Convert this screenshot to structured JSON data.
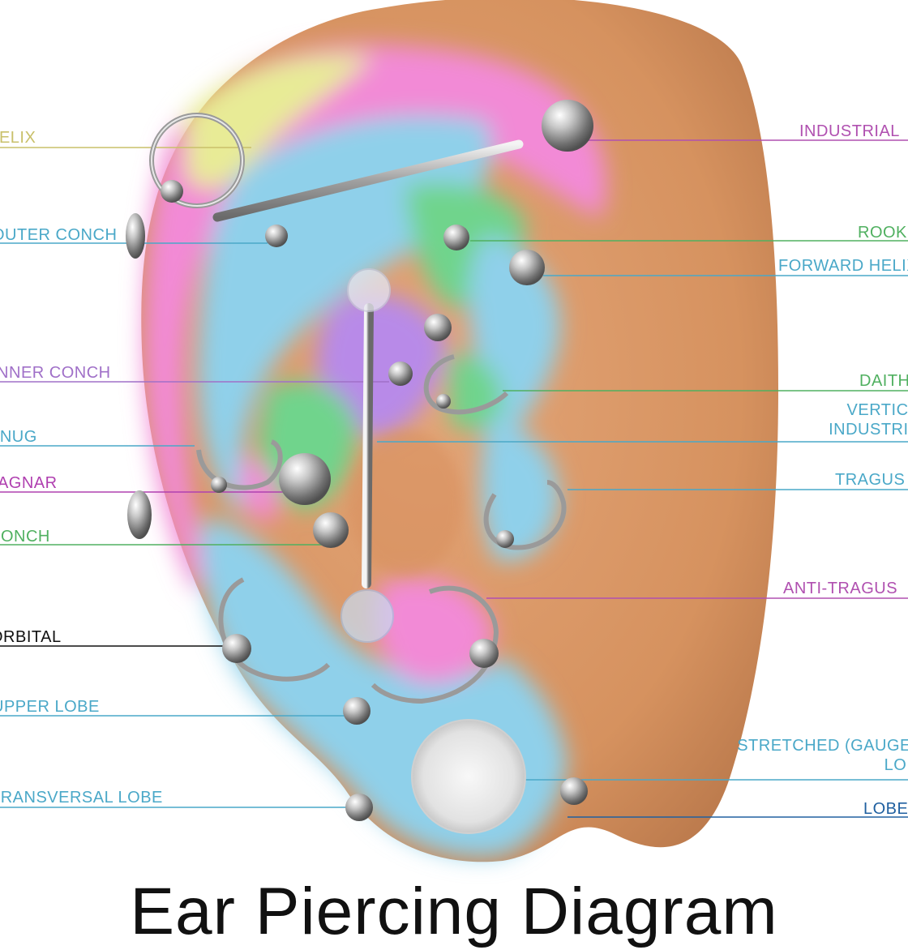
{
  "title": "Ear Piercing Diagram",
  "colors": {
    "skin": "#d99a6c",
    "skin_dark": "#b8774a",
    "pink": "#f08ad8",
    "blue": "#8fcfe8",
    "green": "#6fd48c",
    "yellow": "#e8e89a",
    "purple": "#b88ae8",
    "metal": "#c8c8c8"
  },
  "labels_left": [
    {
      "id": "helix",
      "text": "HELIX",
      "color": "#c9c06a"
    },
    {
      "id": "outer-conch",
      "text": "OUTER CONCH",
      "color": "#4aa8c8"
    },
    {
      "id": "inner-conch",
      "text": "INNER CONCH",
      "color": "#a070c8"
    },
    {
      "id": "snug",
      "text": "SNUG",
      "color": "#4aa8c8"
    },
    {
      "id": "rook-ragnar",
      "text": "RAGNAR",
      "color": "#b040b0"
    },
    {
      "id": "conch",
      "text": "CONCH",
      "color": "#50b060"
    },
    {
      "id": "orbital",
      "text": "ORBITAL",
      "color": "#111111"
    },
    {
      "id": "upper-lobe",
      "text": "UPPER LOBE",
      "color": "#4aa8c8"
    },
    {
      "id": "transversal-lobe",
      "text": "TRANSVERSAL LOBE",
      "color": "#4aa8c8"
    }
  ],
  "labels_right": [
    {
      "id": "industrial",
      "text": "INDUSTRIAL",
      "color": "#b050b0"
    },
    {
      "id": "rook",
      "text": "ROOK",
      "color": "#50b060"
    },
    {
      "id": "forward-helix",
      "text": "FORWARD HELIX",
      "color": "#4aa8c8"
    },
    {
      "id": "daith",
      "text": "DAITH",
      "color": "#50b060"
    },
    {
      "id": "vertical-industrial",
      "text": "VERTICAL INDUSTRIAL",
      "color": "#4aa8c8"
    },
    {
      "id": "tragus",
      "text": "TRAGUS",
      "color": "#4aa8c8"
    },
    {
      "id": "anti-tragus",
      "text": "ANTI-TRAGUS",
      "color": "#b050b0"
    },
    {
      "id": "stretched-lobe",
      "text": "STRETCHED (GAUGED) LOBE",
      "color": "#4aa8c8"
    },
    {
      "id": "lobe",
      "text": "LOBE",
      "color": "#2060a0"
    }
  ]
}
